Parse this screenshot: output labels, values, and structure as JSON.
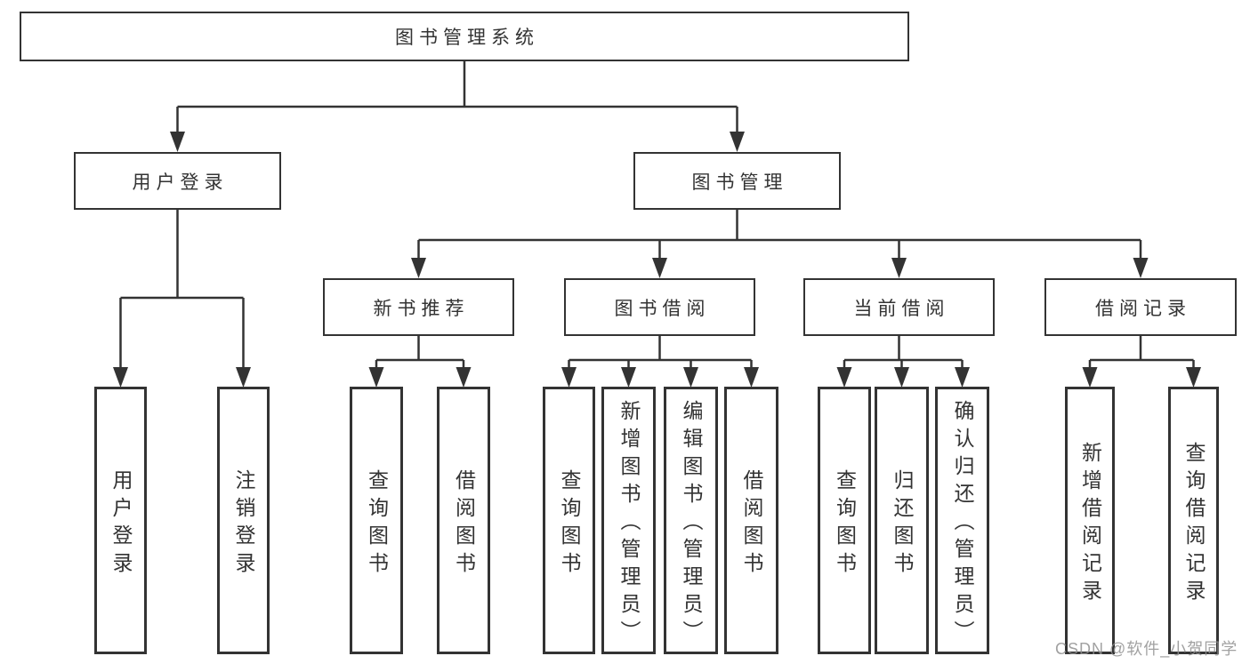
{
  "diagram": {
    "root": "图书管理系统",
    "level1": [
      "用户登录",
      "图书管理"
    ],
    "level2": [
      "新书推荐",
      "图书借阅",
      "当前借阅",
      "借阅记录"
    ],
    "leaves": {
      "user": [
        "用户登录",
        "注销登录"
      ],
      "recommend": [
        "查询图书",
        "借阅图书"
      ],
      "borrowing": [
        "查询图书",
        "新增图书（管理员）",
        "编辑图书（管理员）",
        "借阅图书"
      ],
      "current": [
        "查询图书",
        "归还图书",
        "确认归还（管理员）"
      ],
      "records": [
        "新增借阅记录",
        "查询借阅记录"
      ]
    }
  },
  "watermark": "CSDN @软件_小贺同学",
  "colors": {
    "line": "#333333",
    "box_border": "#333333",
    "text": "#333333",
    "background": "#ffffff",
    "watermark": "#919191"
  }
}
